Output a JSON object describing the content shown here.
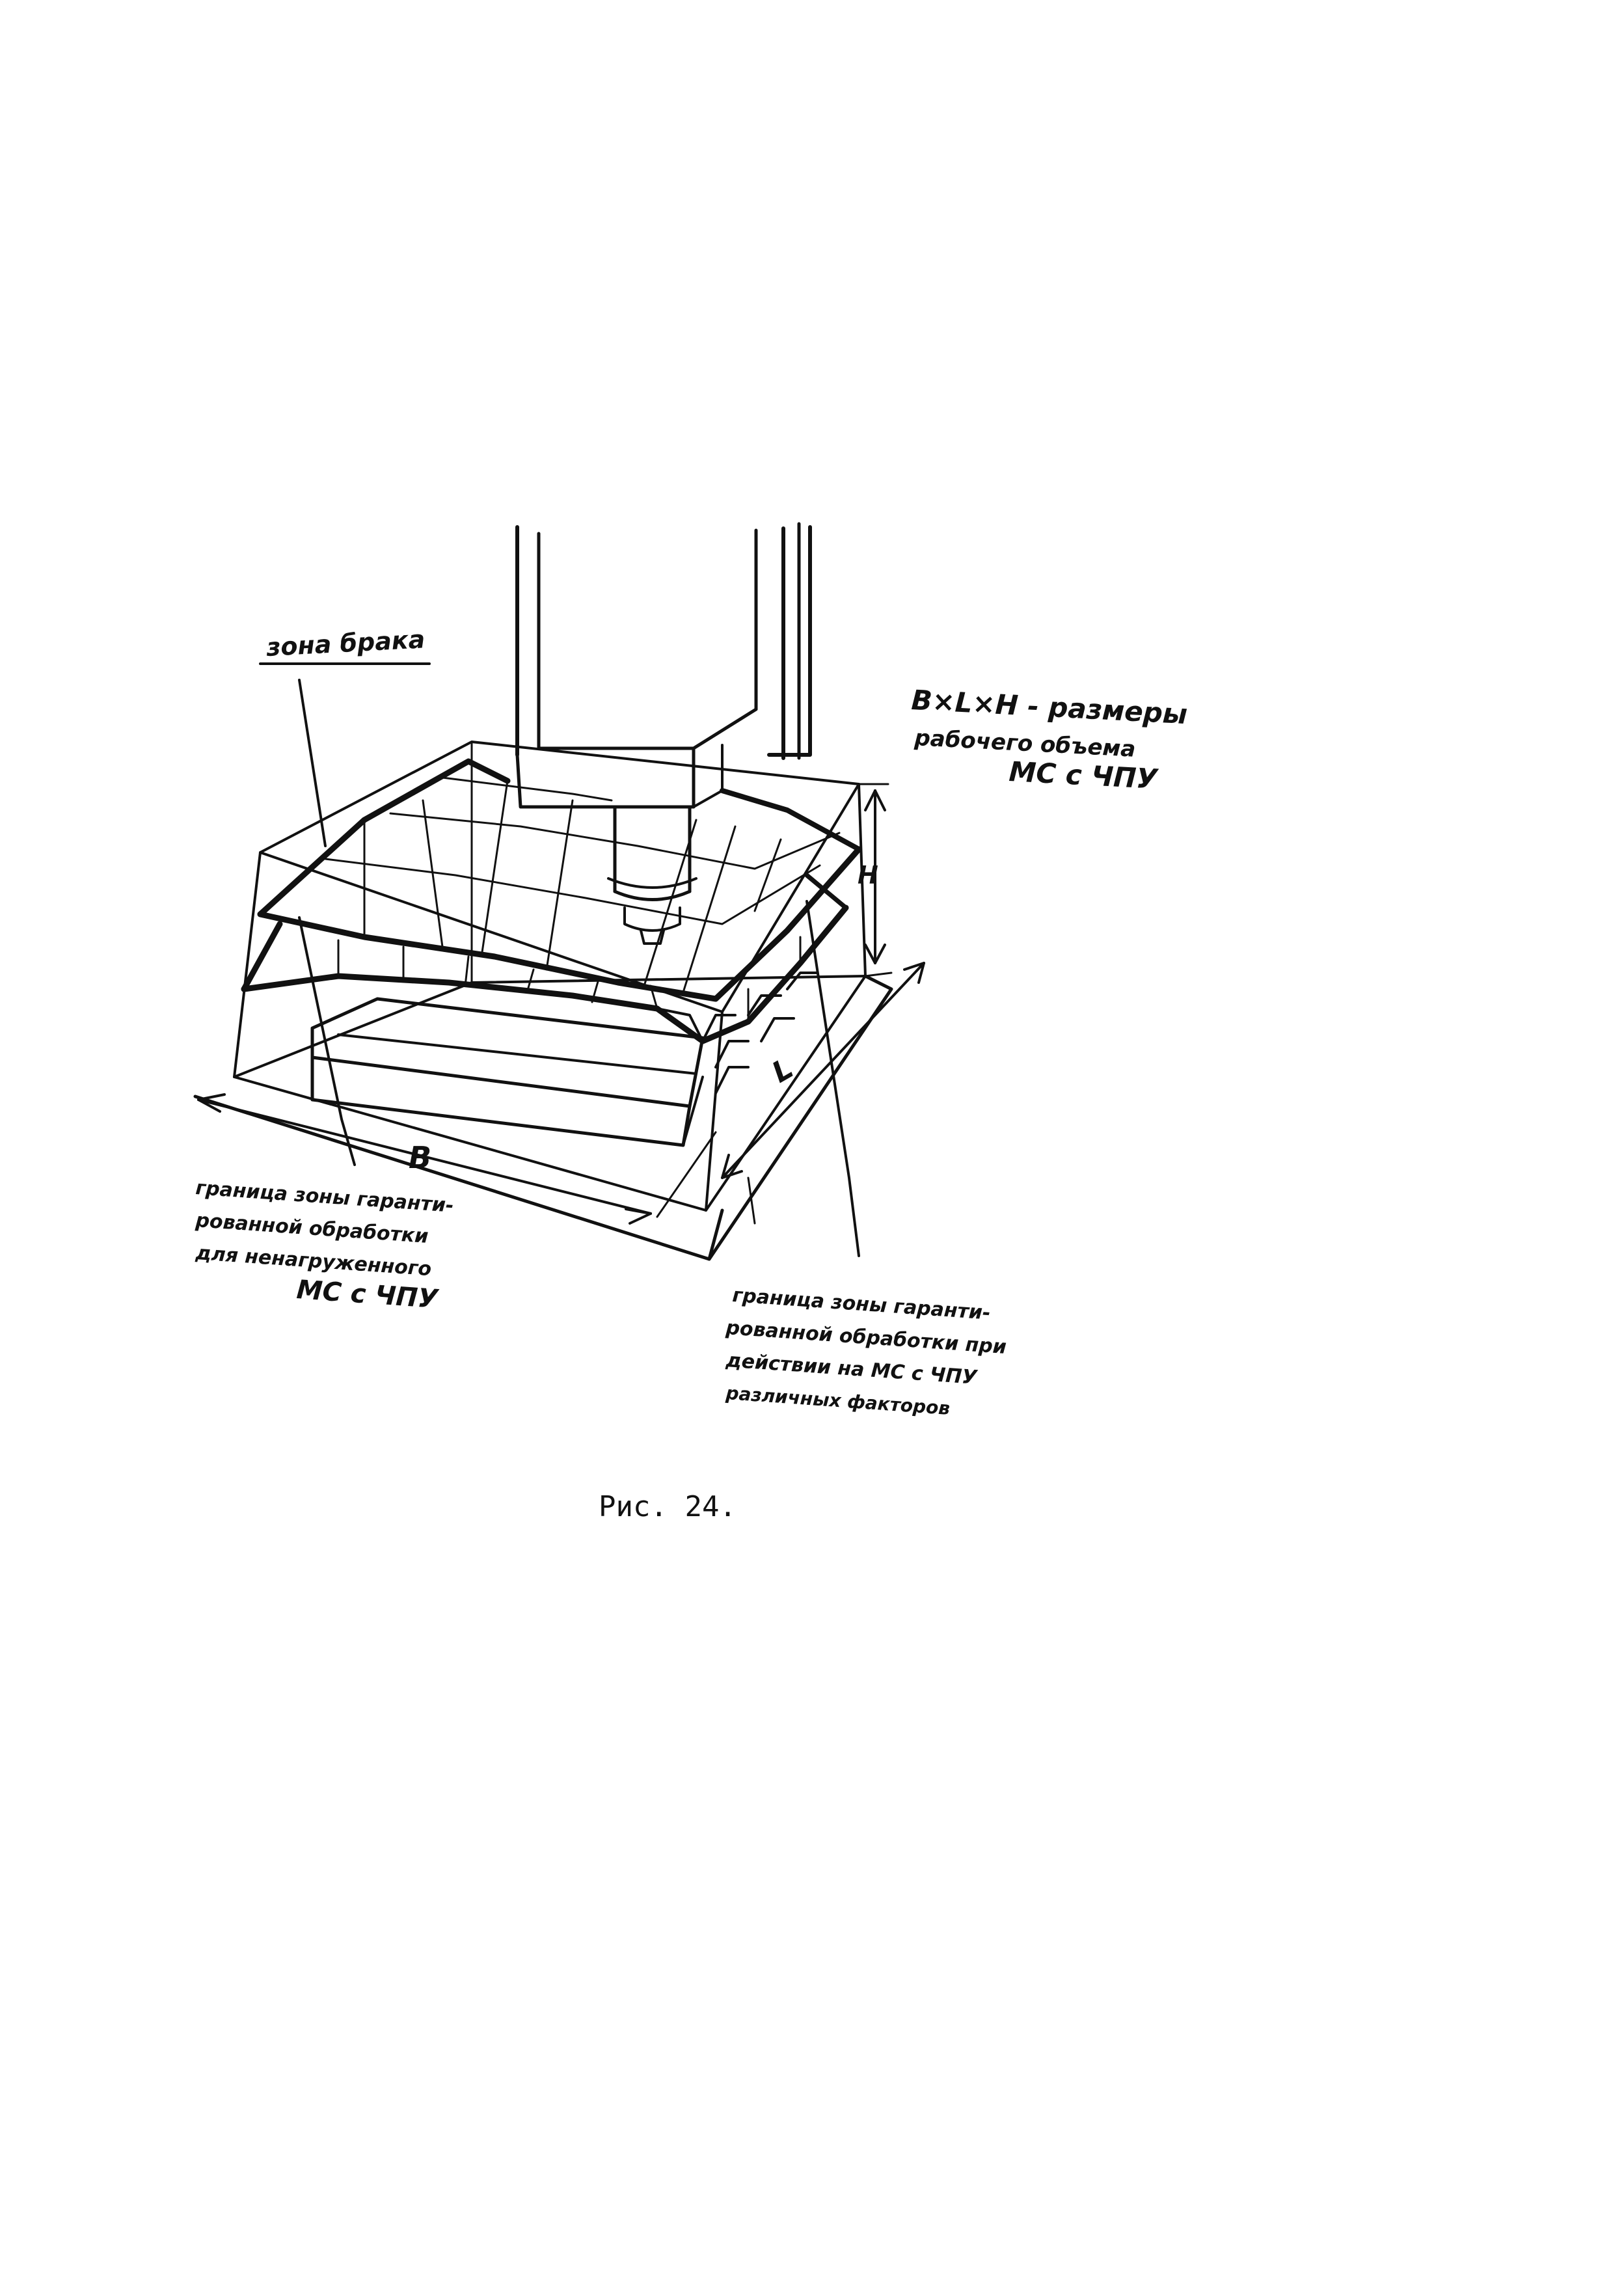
{
  "figure": {
    "labels": {
      "scrap_zone": "зона брака",
      "dimensions_line1": "B×L×H - размеры",
      "dimensions_line2": "рабочего объема",
      "dimensions_line3": "МС с ЧПУ",
      "dim_B": "B",
      "dim_L": "L",
      "dim_H": "H",
      "unloaded_line1": "граница зоны гаранти-",
      "unloaded_line2": "рованной обработки",
      "unloaded_line3": "для ненагруженного",
      "unloaded_line4": "МС с ЧПУ",
      "loaded_line1": "граница зоны гаранти-",
      "loaded_line2": "рованной обработки при",
      "loaded_line3": "действии на МС с ЧПУ",
      "loaded_line4": "различных факторов"
    },
    "caption": "Рис. 24."
  }
}
